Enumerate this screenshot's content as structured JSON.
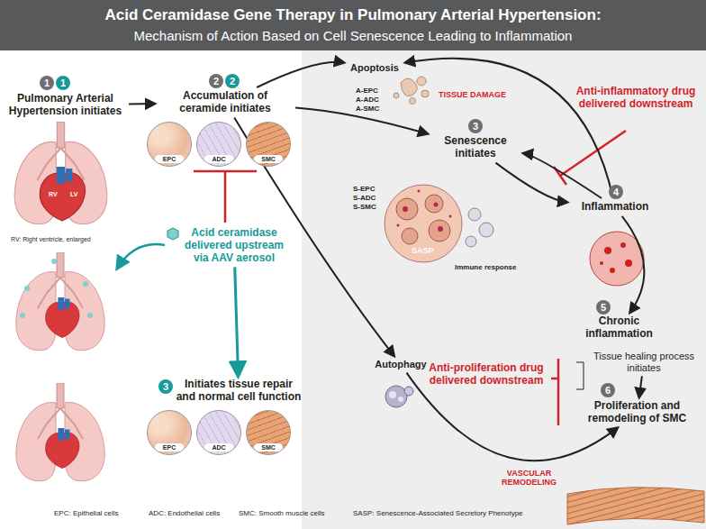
{
  "diagram": {
    "title": "Acid Ceramidase Gene Therapy in Pulmonary Arterial Hypertension:",
    "nodes": [
      {
        "text": [
          "Pulmonary Arterial Hypertension initiates"
        ]
      },
      {
        "text": [
          "Accumulation of ceramide initiates"
        ]
      },
      {
        "text": [
          "Apoptosis"
        ]
      },
      {
        "text": [
          "Senescence initiates"
        ]
      },
      {
        "text": [
          "Inflammation"
        ]
      },
      {
        "text": [
          "Chronic inflammation"
        ]
      },
      {
        "text": [
          "Tissue healing process initiates"
        ]
      },
      {
        "text": [
          "Proliferation and remodeling of SMC"
        ]
      },
      {
        "text": [
          "Autophagy"
        ]
      },
      {
        "text": [
          "Acid ceramidase delivered upstream via AAV aerosol"
        ]
      },
      {
        "text": [
          "Initiates tissue repair and normal cell function"
        ]
      },
      {
        "text": [
          "Anti-inflammatory drug delivered downstream"
        ]
      },
      {
        "text": [
          "Anti-proliferation drug delivered downstream"
        ]
      },
      {
        "text": [
          "EPC"
        ]
      },
      {
        "text": [
          "ADC"
        ]
      },
      {
        "text": [
          "SMC"
        ]
      },
      {
        "text": [
          "EPC"
        ]
      },
      {
        "text": [
          "ADC"
        ]
      },
      {
        "text": [
          "SMC"
        ]
      }
    ],
    "edges": [
      {
        "from": 0,
        "to": 1,
        "arrow": "to"
      },
      {
        "from": 1,
        "to": 2,
        "arrow": "to"
      },
      {
        "from": 1,
        "to": 3,
        "arrow": "to"
      },
      {
        "from": 1,
        "to": 8,
        "arrow": "to"
      },
      {
        "from": 3,
        "to": 4,
        "arrow": "to"
      },
      {
        "from": 4,
        "to": 3,
        "arrow": "to"
      },
      {
        "from": 4,
        "to": 2,
        "arrow": "to"
      },
      {
        "from": 4,
        "to": 5,
        "arrow": "to"
      },
      {
        "from": 6,
        "to": 7,
        "arrow": "to"
      },
      {
        "from": 8,
        "to": 7,
        "arrow": "to"
      },
      {
        "from": 9,
        "to": 10,
        "arrow": "to"
      }
    ],
    "labels": [
      "Mechanism of Action Based on Cell Senescence Leading to Inflammation",
      "1",
      "1",
      "2",
      "2",
      "RV",
      "LV",
      "RV: Right ventricle, enlarged",
      "A-EPC",
      "A-ADC",
      "A-SMC",
      "TISSUE DAMAGE",
      "3",
      "S-EPC",
      "S-ADC",
      "S-SMC",
      "SASP",
      "Immune response",
      "4",
      "5",
      "6",
      "3",
      "VASCULAR REMODELING",
      "EPC: Epithelial cells",
      "ADC: Endothelial cells",
      "SMC: Smooth muscle cells",
      "SASP: Senescence-Associated Secretory Phenotype"
    ]
  }
}
